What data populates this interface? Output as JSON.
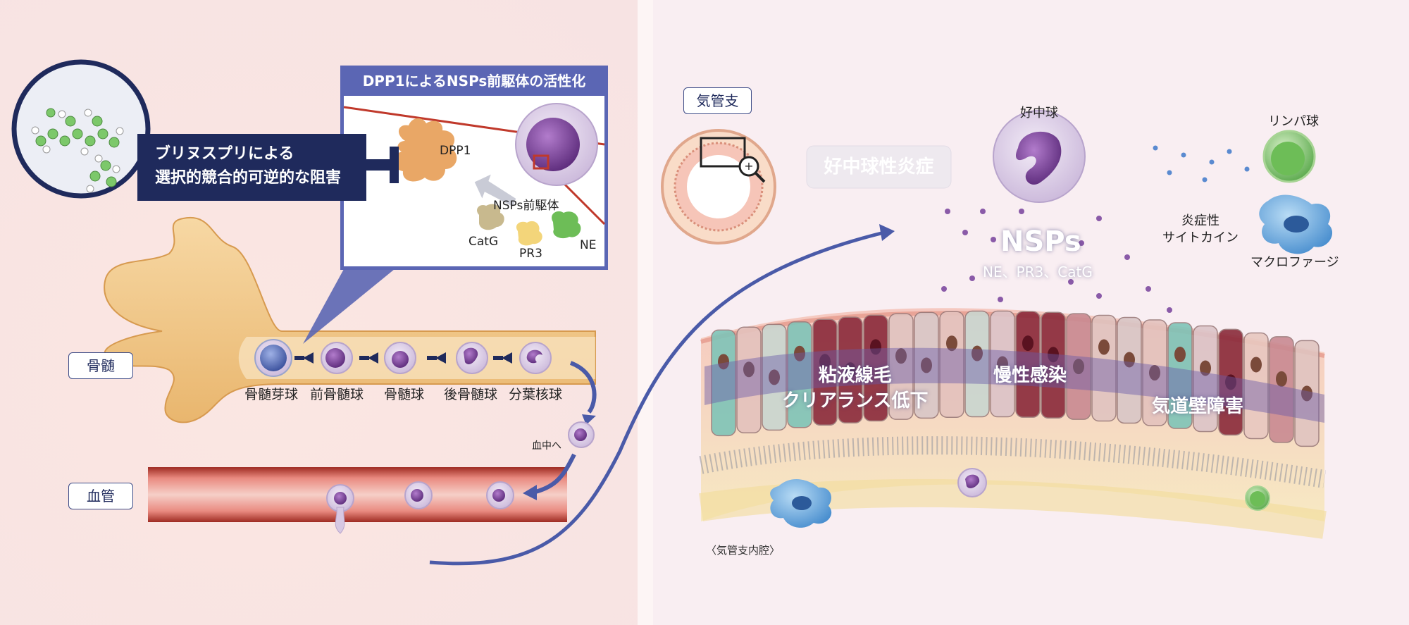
{
  "inhibition": {
    "line1": "ブリヌスプリによる",
    "line2": "選択的競合的可逆的な阻害"
  },
  "activation_panel": {
    "title": "DPP1によるNSPs前駆体の活性化",
    "dpp1": "DPP1",
    "precursor": "NSPs前駆体",
    "catg": "CatG",
    "pr3": "PR3",
    "ne": "NE"
  },
  "sections": {
    "bone_marrow": "骨髄",
    "blood_vessel": "血管",
    "bronchus": "気管支"
  },
  "maturation": [
    {
      "label": "骨髄芽球"
    },
    {
      "label": "前骨髄球"
    },
    {
      "label": "骨髄球"
    },
    {
      "label": "後骨髄球"
    },
    {
      "label": "分葉核球"
    }
  ],
  "to_blood": "血中へ",
  "lumen_label": "〈気管支内腔〉",
  "right": {
    "neutrophilic_inflammation": "好中球性炎症",
    "neutrophil": "好中球",
    "nsps": "NSPs",
    "nsps_sub": "NE、PR3、CatG",
    "cytokine_l1": "炎症性",
    "cytokine_l2": "サイトカイン",
    "lymphocyte": "リンパ球",
    "macrophage": "マクロファージ",
    "mucociliary_l1": "粘液線毛",
    "mucociliary_l2": "クリアランス低下",
    "chronic_infection": "慢性感染",
    "airway_damage": "気道壁障害"
  },
  "colors": {
    "navy": "#1f2a5c",
    "panel_border": "#4a5aa8",
    "neutrophil": "#7a4a9a",
    "vessel": "#c0392b"
  }
}
